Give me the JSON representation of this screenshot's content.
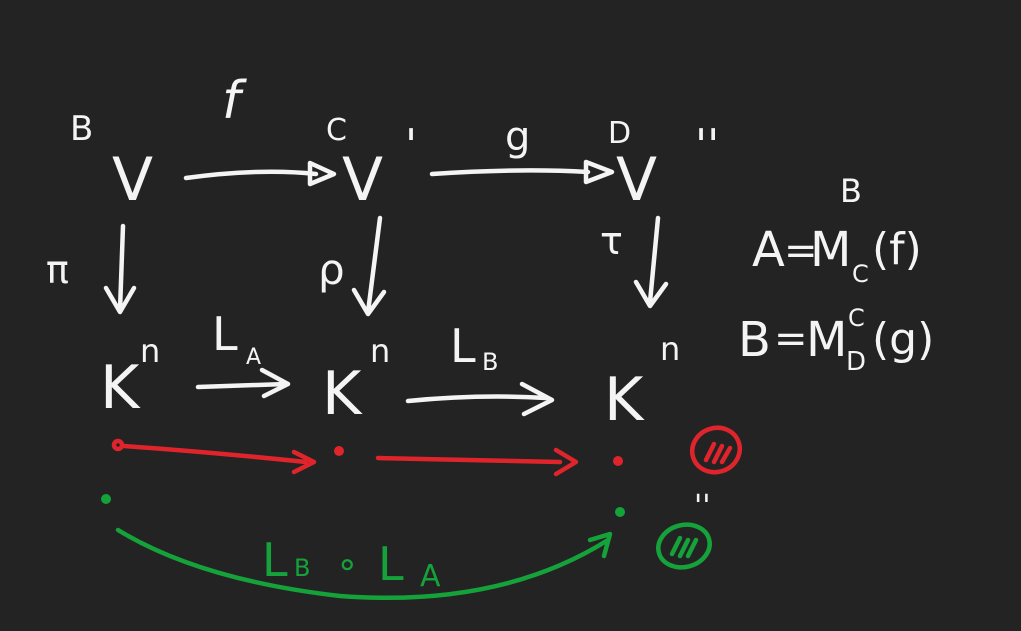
{
  "nodes": {
    "v1": "V",
    "v2": "V",
    "v3": "V",
    "v2_prime": "'",
    "v3_prime": "''",
    "k1": "K",
    "k2": "K",
    "k3": "K",
    "sup_n": "n"
  },
  "bases": {
    "b": "B",
    "c": "C",
    "d": "D"
  },
  "maps": {
    "f": "f",
    "g": "g",
    "pi": "π",
    "rho": "ρ",
    "tau": "τ",
    "la_main": "L",
    "la_sub": "A",
    "lb_main": "L",
    "lb_sub": "B",
    "composite_l1": "L",
    "composite_sub1": "B",
    "composite_op": "∘",
    "composite_l2": "L",
    "composite_sub2": "A"
  },
  "equations": {
    "a_lhs": "A",
    "a_eq": "=",
    "a_m": "M",
    "a_sup": "B",
    "a_sub": "C",
    "a_arg": "(f)",
    "b_lhs": "B",
    "b_eq": "=",
    "b_m": "M",
    "b_sup": "C",
    "b_sub": "D",
    "b_arg": "(g)"
  },
  "ditto": "''",
  "colors": {
    "ink": "#f4f4f4",
    "red": "#e0242c",
    "green": "#15a23a",
    "background": "#232323"
  }
}
